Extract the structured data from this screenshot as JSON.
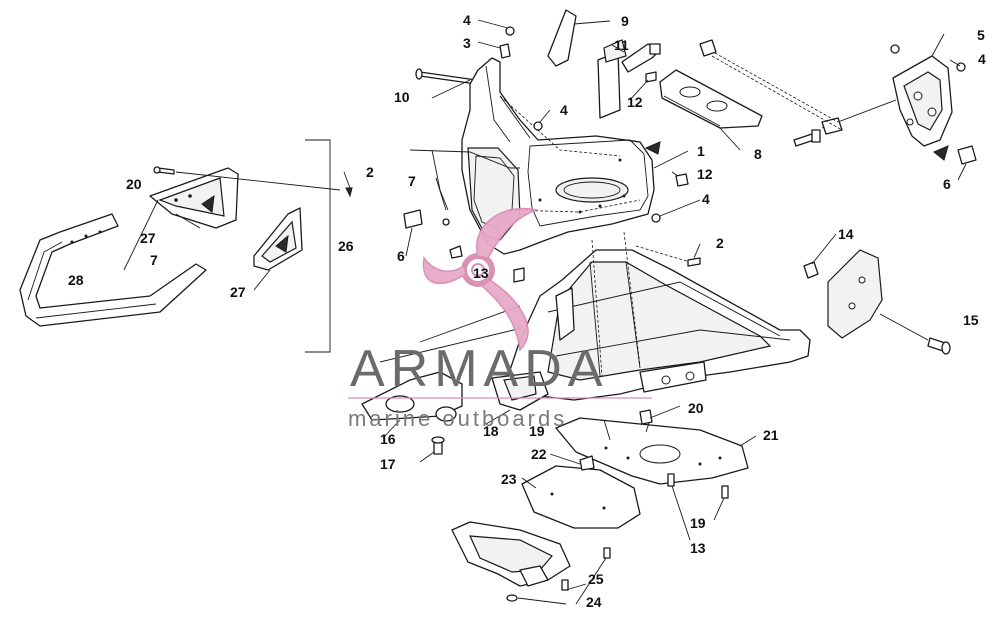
{
  "diagram": {
    "callouts": [
      "1",
      "2",
      "2",
      "3",
      "4",
      "4",
      "4",
      "4",
      "5",
      "6",
      "6",
      "7",
      "7",
      "8",
      "9",
      "10",
      "11",
      "12",
      "12",
      "13",
      "13",
      "14",
      "15",
      "16",
      "17",
      "18",
      "19",
      "19",
      "20",
      "20",
      "21",
      "22",
      "23",
      "24",
      "25",
      "26",
      "27",
      "27",
      "28"
    ]
  },
  "watermark": {
    "title": "ARMADA",
    "subtitle": "marine outboards",
    "accent_color": "#d98cb3",
    "text_color": "#6b6b6b"
  }
}
